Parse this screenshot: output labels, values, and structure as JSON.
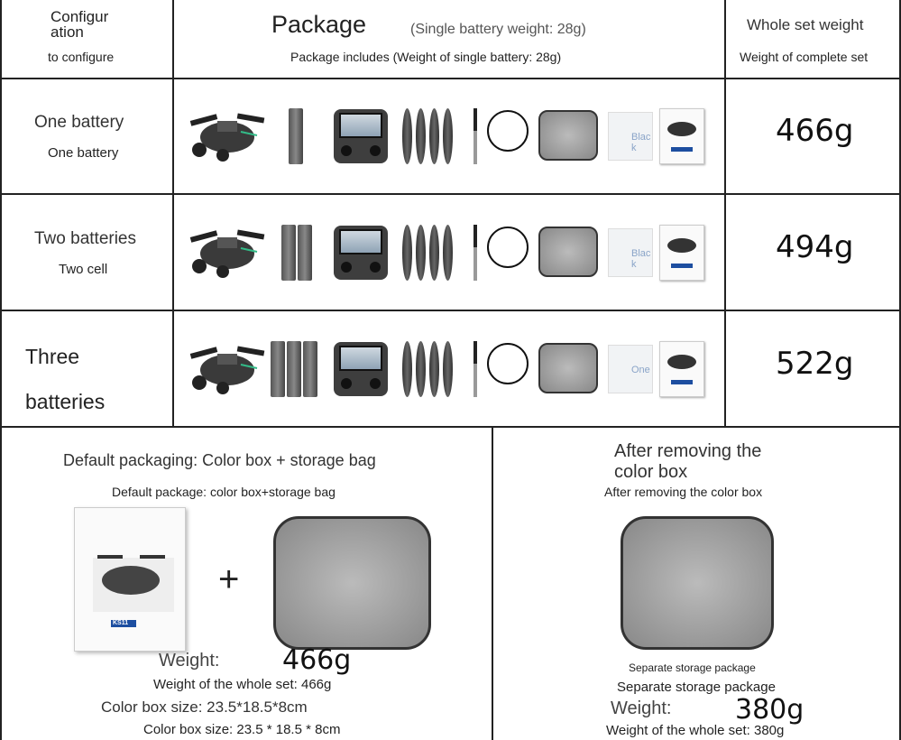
{
  "header": {
    "config_en": "Configur\nation",
    "config_sub": "to configure",
    "package_title": "Package",
    "package_note": "(Single battery weight: 28g)",
    "package_sub": "Package includes (Weight of single battery: 28g)",
    "weight_title": "Whole set weight",
    "weight_sub": "Weight of complete set"
  },
  "rows": [
    {
      "label": "One battery",
      "sub": "One battery",
      "weight": "466g",
      "batteries": 1,
      "box_label": "Blac\nk"
    },
    {
      "label": "Two batteries",
      "sub": "Two cell",
      "weight": "494g",
      "batteries": 2,
      "box_label": "Blac\nk"
    },
    {
      "label": "Three\n\nbatteries",
      "sub": "",
      "weight": "522g",
      "batteries": 3,
      "box_label": "One"
    }
  ],
  "bottom_left": {
    "title": "Default packaging: Color box + storage bag",
    "sub": "Default package: color box+storage bag",
    "plus": "+",
    "weight_label": "Weight:",
    "weight_value": "466g",
    "weight_sub": "Weight of the whole set: 466g",
    "size": "Color box size: 23.5*18.5*8cm",
    "size_sub": "Color box size: 23.5 * 18.5 * 8cm",
    "box_brand": "KS11"
  },
  "bottom_right": {
    "title": "After removing the\ncolor box",
    "sub": "After removing the color box",
    "sep_small": "Separate storage package",
    "sep": "Separate storage package",
    "weight_label": "Weight:",
    "weight_value": "380g",
    "weight_sub": "Weight of the whole set: 380g"
  }
}
